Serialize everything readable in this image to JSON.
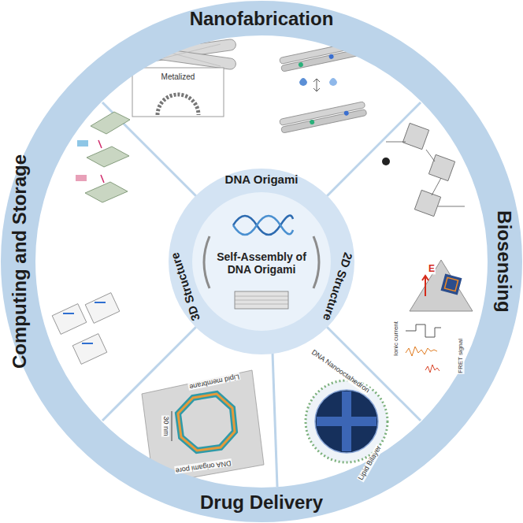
{
  "diagram": {
    "nodes": [
      {
        "text": [
          "Nanofabrication",
          "Biosensing",
          "Drug Delivery",
          "Computing and Storage"
        ]
      },
      {
        "text": [
          "DNA Origami",
          "2D Structure",
          "3D Structure"
        ],
        "in": 0
      },
      {
        "text": [
          "Self-Assembly of DNA Origami"
        ],
        "in": 1
      }
    ],
    "edges": [],
    "labels": [
      "Metalized",
      "Lipid membrane",
      "30 nm",
      "DNA origami pore",
      "DNA Nanooctahedron",
      "Lipid Bilayer",
      "Ionic current",
      "FRET signal",
      "E"
    ]
  }
}
